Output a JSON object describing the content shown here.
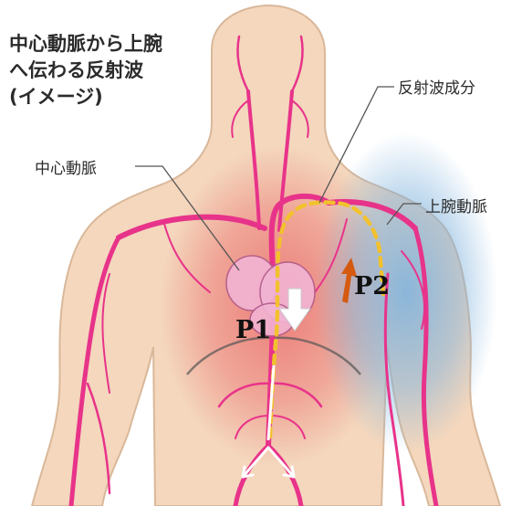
{
  "title_lines": [
    "中心動脈から上腕",
    "へ伝わる反射波",
    "(イメージ)"
  ],
  "labels": {
    "central_artery": "中心動脈",
    "reflected_wave": "反射波成分",
    "brachial_artery": "上腕動脈",
    "p1": "P1",
    "p2": "P2"
  },
  "colors": {
    "skin": "#f4d7bd",
    "skin_outline": "#d9b89a",
    "artery": "#e8338a",
    "chest_glow": "#ea6b6b",
    "arm_glow": "#7fb2dd",
    "heart": "#f2b4d3",
    "reflected_wave_line": "#f2c12e",
    "p1_arrow": "#ffffff",
    "p2_arrow": "#d45a10",
    "leader_line": "#555555"
  }
}
